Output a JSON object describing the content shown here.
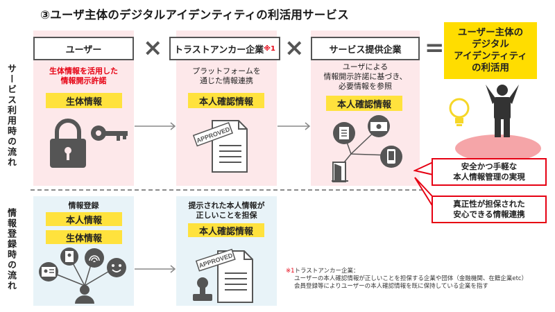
{
  "title": "③ユーザ主体のデジタルアイデンティティの利活用サービス",
  "sections": {
    "service_flow": "サービス利用時の流れ",
    "registration_flow": "情報登録時の流れ"
  },
  "actors": {
    "user": "ユーザー",
    "trust_anchor": "トラストアンカー企業",
    "trust_anchor_mark": "※1",
    "provider": "サービス提供企業"
  },
  "operators": {
    "times": "×",
    "equals": "="
  },
  "service": {
    "user_note": [
      "生体情報を活用した",
      "情報開示許諾"
    ],
    "user_tag": "生体情報",
    "anchor_note": [
      "プラットフォームを",
      "通じた情報連携"
    ],
    "anchor_tag": "本人確認情報",
    "provider_note": [
      "ユーザによる",
      "情報開示許諾に基づき、",
      "必要情報を参照"
    ],
    "provider_tag": "本人確認情報",
    "approved_stamp": "APPROVED"
  },
  "registration": {
    "user_note": "情報登録",
    "user_tags": [
      "本人情報",
      "生体情報"
    ],
    "anchor_note": [
      "提示された本人情報が",
      "正しいことを担保"
    ],
    "anchor_tag": "本人確認情報",
    "approved_stamp": "APPROVED"
  },
  "result": {
    "lines": [
      "ユーザー主体の",
      "デジタル",
      "アイデンティティ",
      "の利活用"
    ]
  },
  "callouts": [
    [
      "安全かつ手軽な",
      "本人情報管理の実現"
    ],
    [
      "真正性が担保された",
      "安心できる情報連携"
    ]
  ],
  "footnote": {
    "mark": "※1",
    "head": "トラストアンカー企業：",
    "lines": [
      "ユーザーの本人確認情報が正しいことを担保する企業や団体（金融機関、在籍企業etc）",
      "会員登録等によりユーザーの本人確認情報を既に保持している企業を指す"
    ]
  },
  "colors": {
    "pink": "#fde8ea",
    "blue": "#e8f3f8",
    "yellow": "#ffe23d",
    "red": "#e60012",
    "result": "#ffdd00"
  }
}
